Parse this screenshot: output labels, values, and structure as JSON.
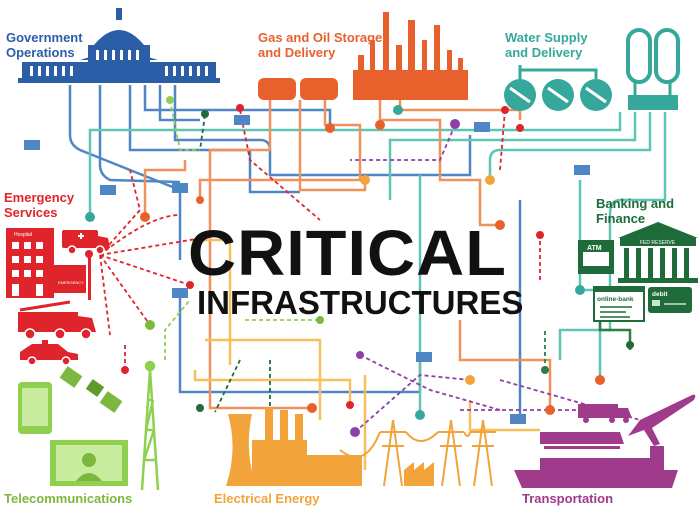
{
  "title": {
    "line1": "CRITICAL",
    "line2": "INFRASTRUCTURES"
  },
  "sectors": {
    "government": "Government Operations",
    "gas_oil": "Gas and Oil Storage and Delivery",
    "water": "Water Supply and Delivery",
    "emergency": "Emergency Services",
    "banking": "Banking and Finance",
    "telecom": "Telecommunications",
    "electrical": "Electrical Energy",
    "transportation": "Transportation"
  },
  "icon_text": {
    "hospital": "Hospital",
    "emergency": "EMERGENCY",
    "atm": "ATM",
    "fed_reserve": "FED RESERVE",
    "online_bank": "online-bank",
    "debit": "debit"
  },
  "colors": {
    "government": "#2c5ea8",
    "gas_oil": "#e8612c",
    "water": "#36a89b",
    "emergency": "#e0242b",
    "banking": "#1f6b3a",
    "telecom": "#7cb83e",
    "electrical": "#f2a43a",
    "transportation": "#a03a8a",
    "title": "#111111"
  }
}
